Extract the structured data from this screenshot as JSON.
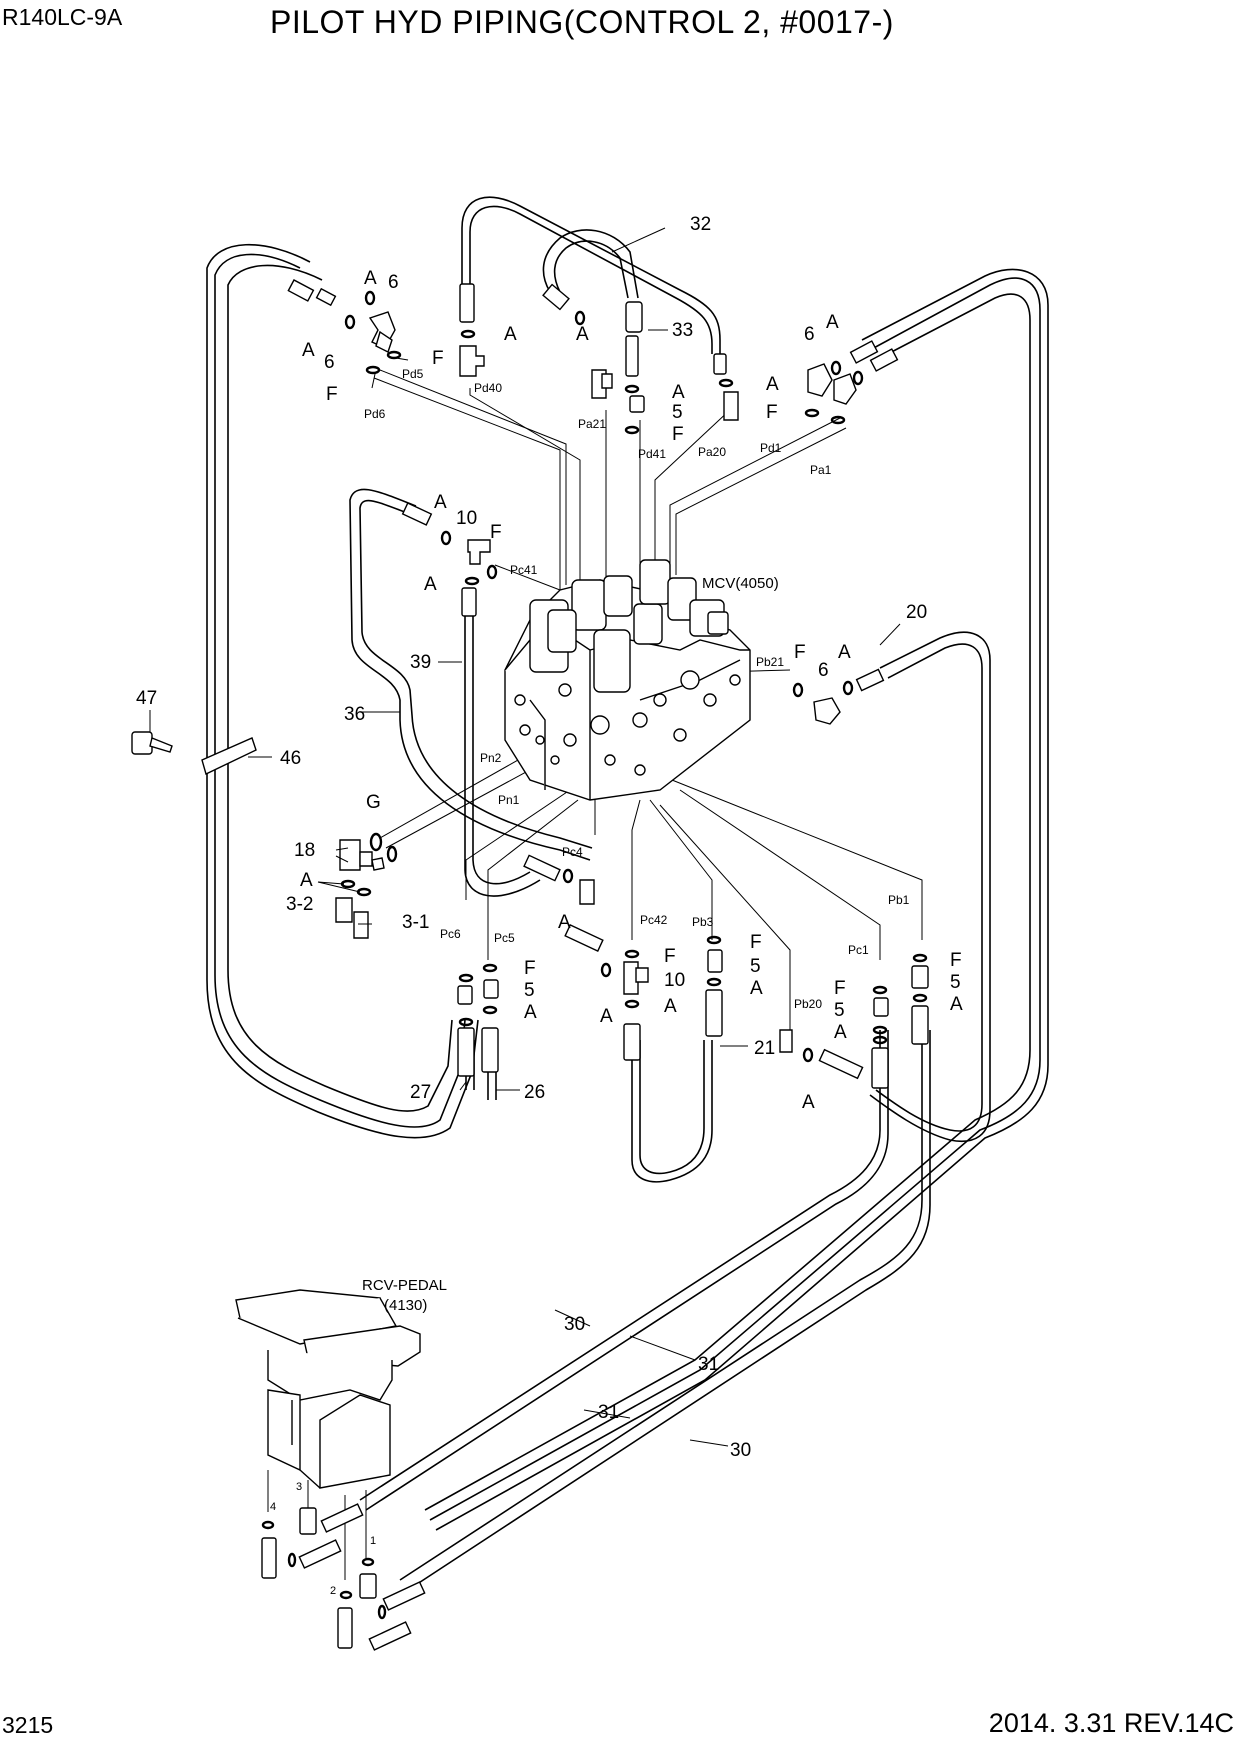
{
  "header": {
    "model": "R140LC-9A",
    "title": "PILOT HYD PIPING(CONTROL 2, #0017-)"
  },
  "footer": {
    "page_number": "3215",
    "revision": "2014. 3.31  REV.14C"
  },
  "assemblies": {
    "mcv": "MCV(4050)",
    "rcv_pedal_line1": "RCV-PEDAL",
    "rcv_pedal_line2": "(4130)"
  },
  "ports": [
    "Pd5",
    "Pd40",
    "Pd6",
    "Pa21",
    "Pd41",
    "Pa20",
    "Pd1",
    "Pa1",
    "Pc41",
    "Pb21",
    "Pn2",
    "Pn1",
    "Pc4",
    "Pc6",
    "Pc5",
    "Pc42",
    "Pb3",
    "Pb1",
    "Pc1",
    "Pb20"
  ],
  "callouts": [
    "32",
    "33",
    "6",
    "A",
    "F",
    "5",
    "10",
    "20",
    "39",
    "36",
    "47",
    "46",
    "G",
    "18",
    "3-2",
    "3-1",
    "27",
    "26",
    "21",
    "30",
    "31"
  ],
  "pedal_ports": [
    "1",
    "2",
    "3",
    "4"
  ]
}
